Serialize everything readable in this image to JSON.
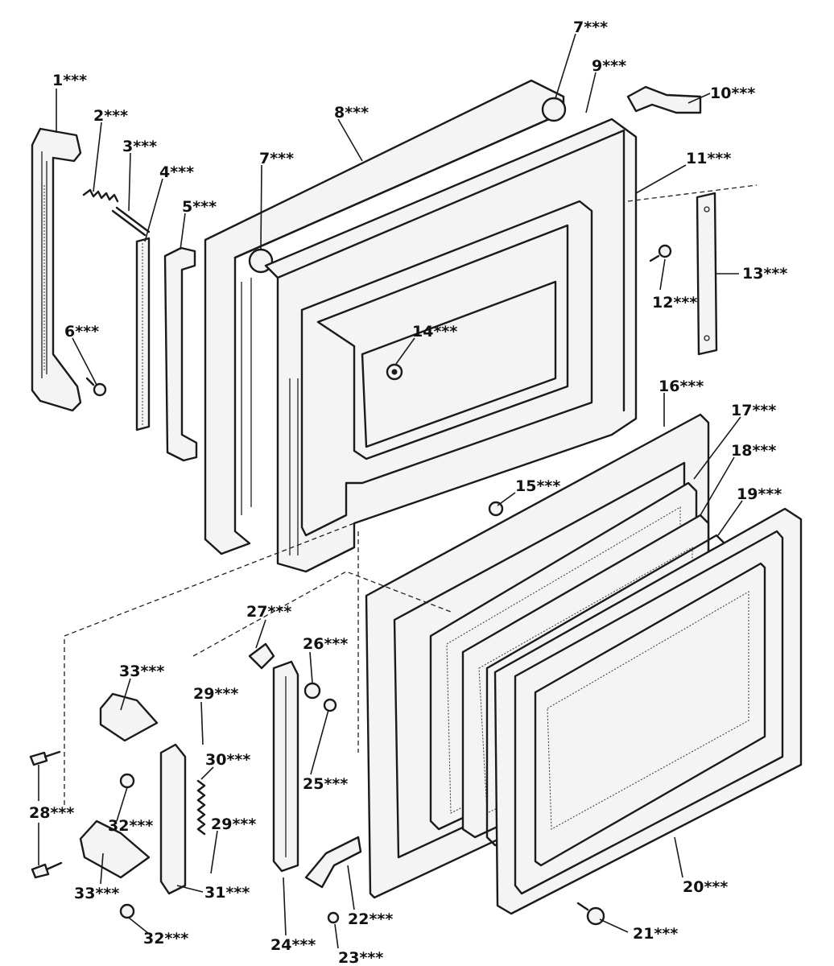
{
  "callouts": [
    {
      "id": "c1",
      "label": "1***"
    },
    {
      "id": "c2",
      "label": "2***"
    },
    {
      "id": "c3",
      "label": "3***"
    },
    {
      "id": "c4",
      "label": "4***"
    },
    {
      "id": "c5",
      "label": "5***"
    },
    {
      "id": "c6",
      "label": "6***"
    },
    {
      "id": "c7a",
      "label": "7***"
    },
    {
      "id": "c7b",
      "label": "7***"
    },
    {
      "id": "c8",
      "label": "8***"
    },
    {
      "id": "c9",
      "label": "9***"
    },
    {
      "id": "c10",
      "label": "10***"
    },
    {
      "id": "c11",
      "label": "11***"
    },
    {
      "id": "c12",
      "label": "12***"
    },
    {
      "id": "c13",
      "label": "13***"
    },
    {
      "id": "c14",
      "label": "14***"
    },
    {
      "id": "c15",
      "label": "15***"
    },
    {
      "id": "c16",
      "label": "16***"
    },
    {
      "id": "c17",
      "label": "17***"
    },
    {
      "id": "c18",
      "label": "18***"
    },
    {
      "id": "c19",
      "label": "19***"
    },
    {
      "id": "c20",
      "label": "20***"
    },
    {
      "id": "c21",
      "label": "21***"
    },
    {
      "id": "c22",
      "label": "22***"
    },
    {
      "id": "c23",
      "label": "23***"
    },
    {
      "id": "c24",
      "label": "24***"
    },
    {
      "id": "c25",
      "label": "25***"
    },
    {
      "id": "c26",
      "label": "26***"
    },
    {
      "id": "c27",
      "label": "27***"
    },
    {
      "id": "c28",
      "label": "28***"
    },
    {
      "id": "c29a",
      "label": "29***"
    },
    {
      "id": "c29b",
      "label": "29***"
    },
    {
      "id": "c30",
      "label": "30***"
    },
    {
      "id": "c31",
      "label": "31***"
    },
    {
      "id": "c32a",
      "label": "32***"
    },
    {
      "id": "c32b",
      "label": "32***"
    },
    {
      "id": "c33a",
      "label": "33***"
    },
    {
      "id": "c33b",
      "label": "33***"
    }
  ]
}
